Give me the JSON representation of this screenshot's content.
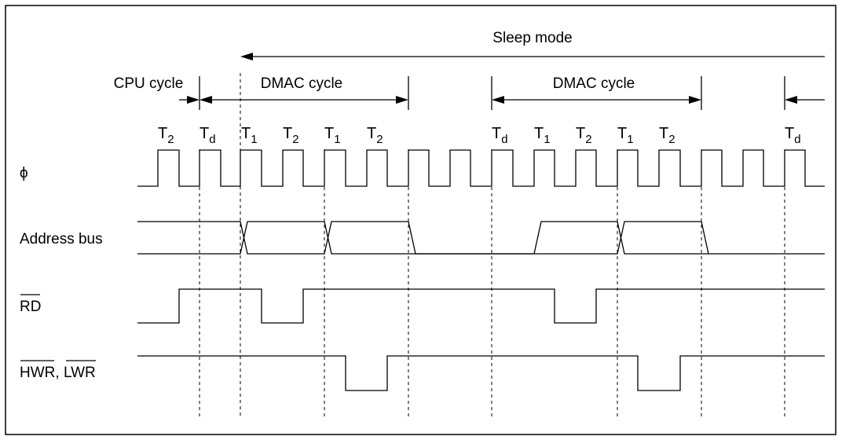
{
  "spans": {
    "sleep_mode": "Sleep mode",
    "cpu_cycle": "CPU cycle",
    "dmac_cycle_1": "DMAC cycle",
    "dmac_cycle_2": "DMAC cycle"
  },
  "states": [
    {
      "base": "T",
      "sub": "2"
    },
    {
      "base": "T",
      "sub": "d"
    },
    {
      "base": "T",
      "sub": "1"
    },
    {
      "base": "T",
      "sub": "2"
    },
    {
      "base": "T",
      "sub": "1"
    },
    {
      "base": "T",
      "sub": "2"
    },
    {
      "base": "T",
      "sub": "d"
    },
    {
      "base": "T",
      "sub": "1"
    },
    {
      "base": "T",
      "sub": "2"
    },
    {
      "base": "T",
      "sub": "1"
    },
    {
      "base": "T",
      "sub": "2"
    },
    {
      "base": "T",
      "sub": "d"
    }
  ],
  "signals": {
    "phi": "ϕ",
    "address_bus": "Address bus",
    "rd": "RD",
    "hwr": "HWR",
    "separator": ", ",
    "lwr": "LWR"
  }
}
